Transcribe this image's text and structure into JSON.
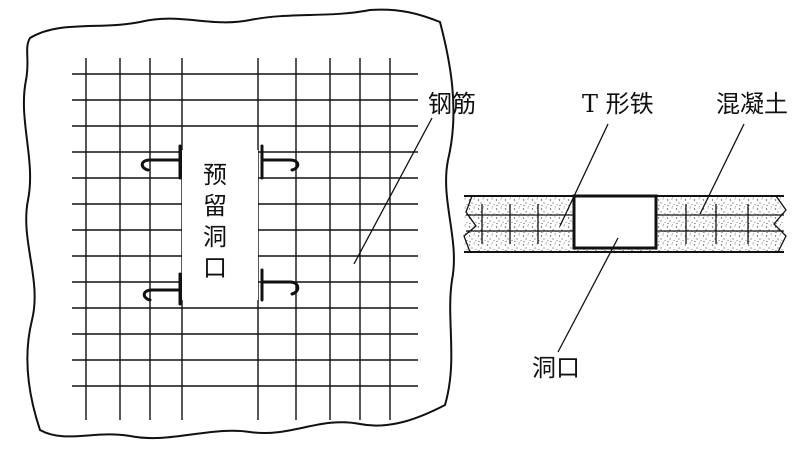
{
  "labels": {
    "reserved_opening": "预留洞口",
    "rebar": "钢筋",
    "t_iron": "T 形铁",
    "concrete": "混凝土",
    "opening": "洞口"
  },
  "colors": {
    "line": "#111111",
    "background": "#ffffff",
    "concrete_dot": "#555555"
  }
}
